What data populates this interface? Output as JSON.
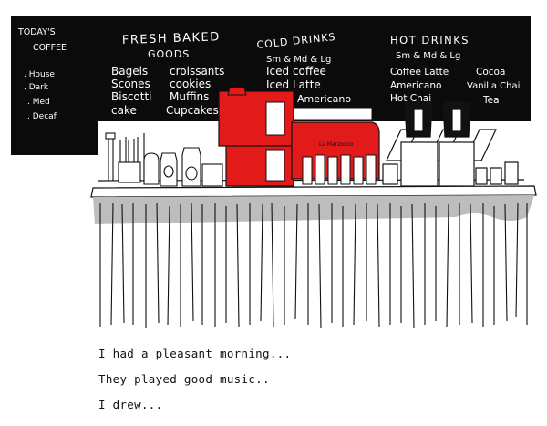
{
  "left_board": {
    "title_line1": "TODAY'S",
    "title_line2": "COFFEE",
    "items": [
      ". House",
      ". Dark",
      ". Med",
      ". Decaf"
    ]
  },
  "main_board": {
    "fresh": {
      "title_line1": "FRESH BAKED",
      "title_line2": "GOODS",
      "col1": [
        "Bagels",
        "Scones",
        "Biscotti",
        "cake"
      ],
      "col2": [
        "croissants",
        "cookies",
        "Muffins",
        "Cupcakes"
      ]
    },
    "cold": {
      "title": "COLD DRINKS",
      "sizes": "Sm & Md & Lg",
      "items": [
        "Iced coffee",
        "Iced Latte",
        "Americano"
      ]
    },
    "hot": {
      "title": "HOT DRINKS",
      "sizes": "Sm & Md & Lg",
      "col1": [
        "Coffee Latte",
        "Americano",
        "Hot Chai"
      ],
      "col2": [
        "Cocoa",
        "Vanilla Chai",
        "Tea"
      ]
    }
  },
  "machine_label": "La Marzocco",
  "captions": [
    "I had a pleasant morning...",
    "They played good music..",
    "I drew..."
  ],
  "colors": {
    "board": "#0b0b0b",
    "chalk": "#ffffff",
    "machine_red": "#e31a1a",
    "counter_shadow": "#bdbdbd",
    "ink": "#111111"
  }
}
